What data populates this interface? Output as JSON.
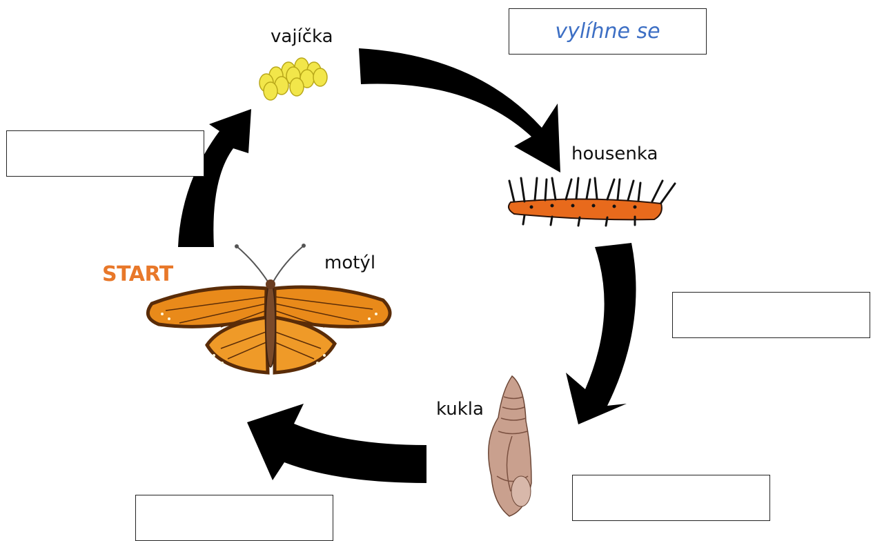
{
  "stages": {
    "eggs": "vajíčka",
    "caterpillar": "housenka",
    "pupa": "kukla",
    "butterfly": "motýl"
  },
  "start_label": "START",
  "answer_boxes": {
    "eggs_to_caterpillar": "vylíhne se",
    "caterpillar_to_pupa": "",
    "pupa_to_butterfly": "",
    "butterfly_to_eggs": "",
    "left_upper": ""
  },
  "colors": {
    "arrow": "#000000",
    "start": "#e8782a",
    "answer_text": "#3d6fc4",
    "egg_fill": "#f2e64a",
    "butterfly_orange": "#e98a1a",
    "caterpillar_body": "#e86a1c",
    "pupa": "#c9a08e"
  }
}
